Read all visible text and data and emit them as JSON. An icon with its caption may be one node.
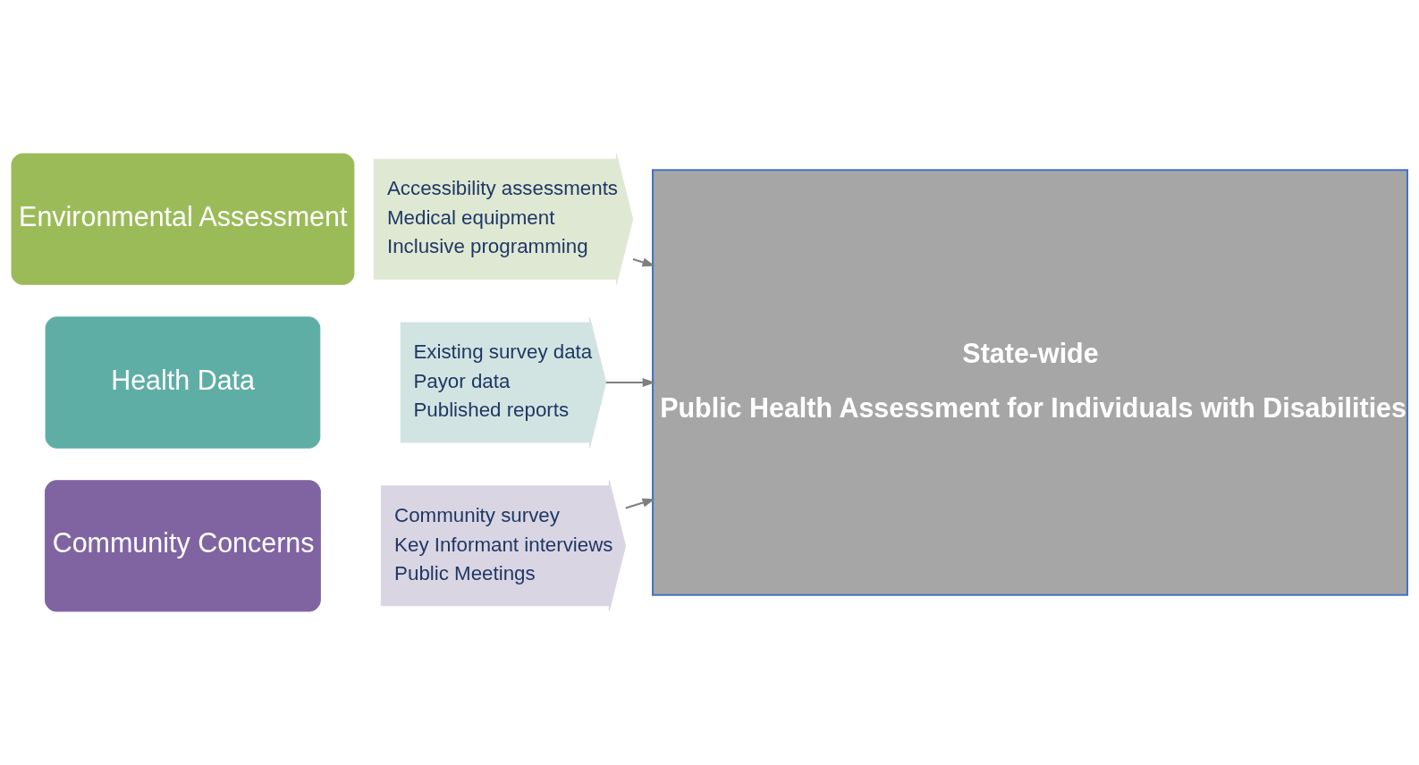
{
  "diagram": {
    "nodes": [
      {
        "text": [
          "Environmental Assessment"
        ]
      },
      {
        "text": [
          "Health Data"
        ]
      },
      {
        "text": [
          "Community Concerns"
        ]
      },
      {
        "text": [
          "Accessibility assessments",
          "Medical equipment",
          "Inclusive programming"
        ]
      },
      {
        "text": [
          "Existing survey data",
          "Payor data",
          "Published reports"
        ]
      },
      {
        "text": [
          "Community survey",
          "Key Informant interviews",
          "Public Meetings"
        ]
      },
      {
        "text": [
          "State-wide",
          "Public Health Assessment for Individuals with Disabilities"
        ]
      }
    ],
    "edges": [
      {
        "from": 3,
        "to": 6,
        "arrow": "to"
      },
      {
        "from": 4,
        "to": 6,
        "arrow": "to"
      },
      {
        "from": 5,
        "to": 6,
        "arrow": "to"
      }
    ]
  }
}
